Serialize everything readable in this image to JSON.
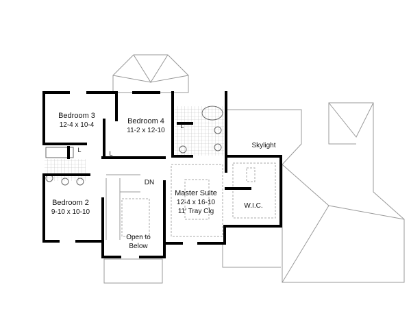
{
  "rooms": [
    {
      "name": "Bedroom 3",
      "size": "12-4 x 10-4"
    },
    {
      "name": "Bedroom 4",
      "size": "11-2 x 12-10"
    },
    {
      "name": "Bedroom 2",
      "size": "9-10 x 10-10"
    },
    {
      "name": "Master Suite",
      "size": "12-4 x 16-10",
      "note": "11' Tray Clg"
    },
    {
      "name": "W.I.C."
    },
    {
      "name": "Open to",
      "name2": "Below"
    }
  ],
  "labels": {
    "skylight": "Skylight",
    "stairs": "DN",
    "linen": "L"
  }
}
